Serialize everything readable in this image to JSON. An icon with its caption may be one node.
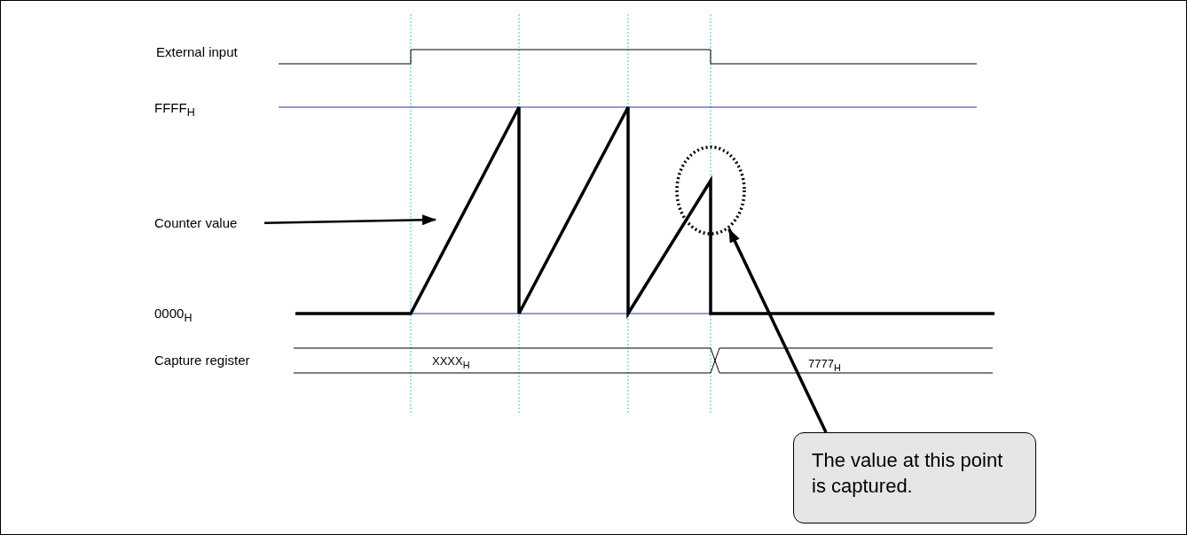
{
  "diagram": {
    "nodes": [
      {
        "text": [
          "Counter value"
        ]
      },
      {
        "text": [
          "The value at this point is captured."
        ]
      },
      {
        "text": [],
        "shape": "circle"
      }
    ],
    "edges": [
      {
        "from": 0,
        "to": null,
        "arrow": "to"
      },
      {
        "from": 1,
        "to": 2,
        "arrow": "to"
      }
    ],
    "labels": [
      "External input",
      "FFFF$_{H}$",
      "0000$_{H}$",
      "Capture register",
      "XXXX$_{H}$",
      "7777$_{H}$"
    ]
  }
}
